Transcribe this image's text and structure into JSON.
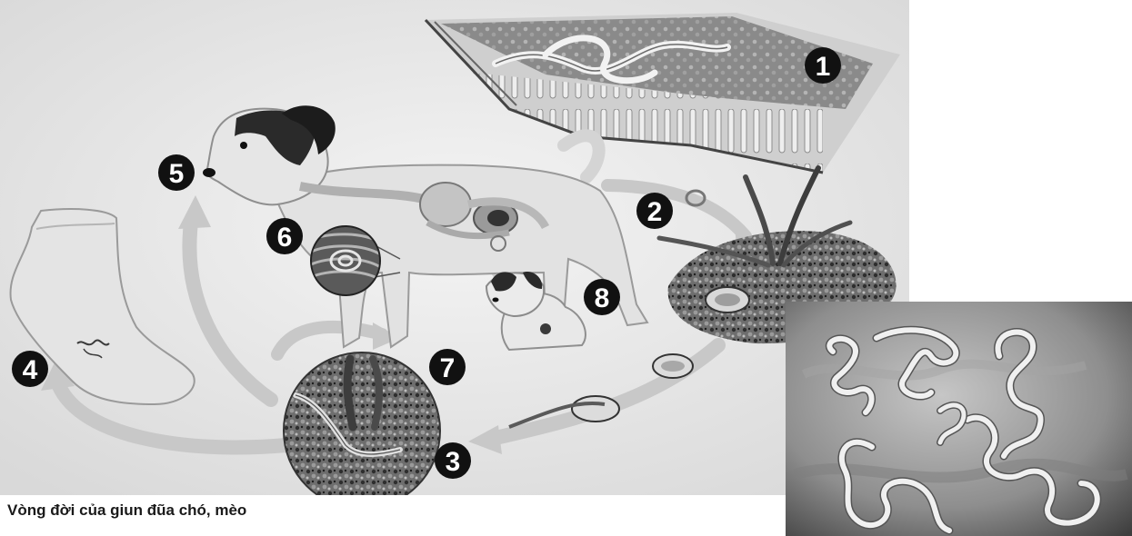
{
  "diagram": {
    "steps": [
      {
        "label": "1",
        "icon": "intestine-cross-section-icon"
      },
      {
        "label": "2",
        "icon": "egg-icon"
      },
      {
        "label": "3",
        "icon": "soil-larva-icon"
      },
      {
        "label": "4",
        "icon": "human-foot-icon"
      },
      {
        "label": "5",
        "icon": "dog-mouth-icon"
      },
      {
        "label": "6",
        "icon": "muscle-cyst-icon"
      },
      {
        "label": "7",
        "icon": "soil-grass-icon"
      },
      {
        "label": "8",
        "icon": "puppy-icon"
      }
    ]
  },
  "caption": "Vòng đời của giun đũa chó, mèo",
  "colors": {
    "badge": "#111111",
    "arrow": "#c8c8c8",
    "skin": "#e4e4e4",
    "dark_fur": "#2a2a2a"
  }
}
